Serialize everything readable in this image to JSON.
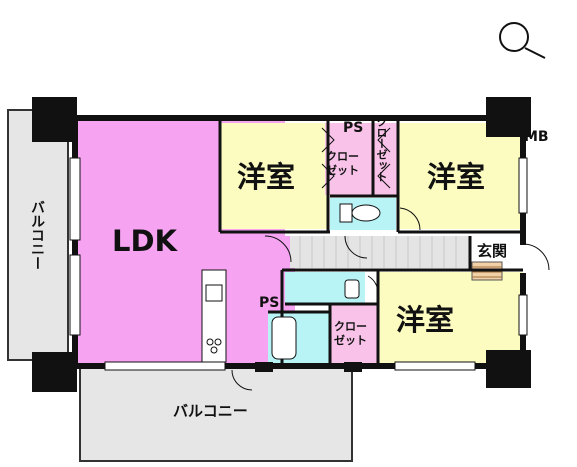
{
  "rooms": {
    "ldk": "LDK",
    "bedroom_upper_left": "洋室",
    "bedroom_upper_right": "洋室",
    "bedroom_lower": "洋室",
    "entrance": "玄関",
    "closet_upper": "クロー\nゼット",
    "closet_lower": "クロー\nゼット",
    "closet_vertical": "クローゼット",
    "balcony_side": "バルコニー",
    "balcony_bottom": "バルコニー",
    "ps_upper": "PS",
    "ps_lower": "PS",
    "mb": "MB"
  },
  "colors": {
    "ldk": "#f6a3f2",
    "bedroom": "#fcfcc0",
    "closet": "#f9c2e8",
    "wet_area": "#b8f4f6",
    "hall": "#e4e4e4",
    "balcony": "#e6e6e6",
    "wall": "#111111"
  },
  "icons": {
    "compass": "compass-north-icon"
  }
}
